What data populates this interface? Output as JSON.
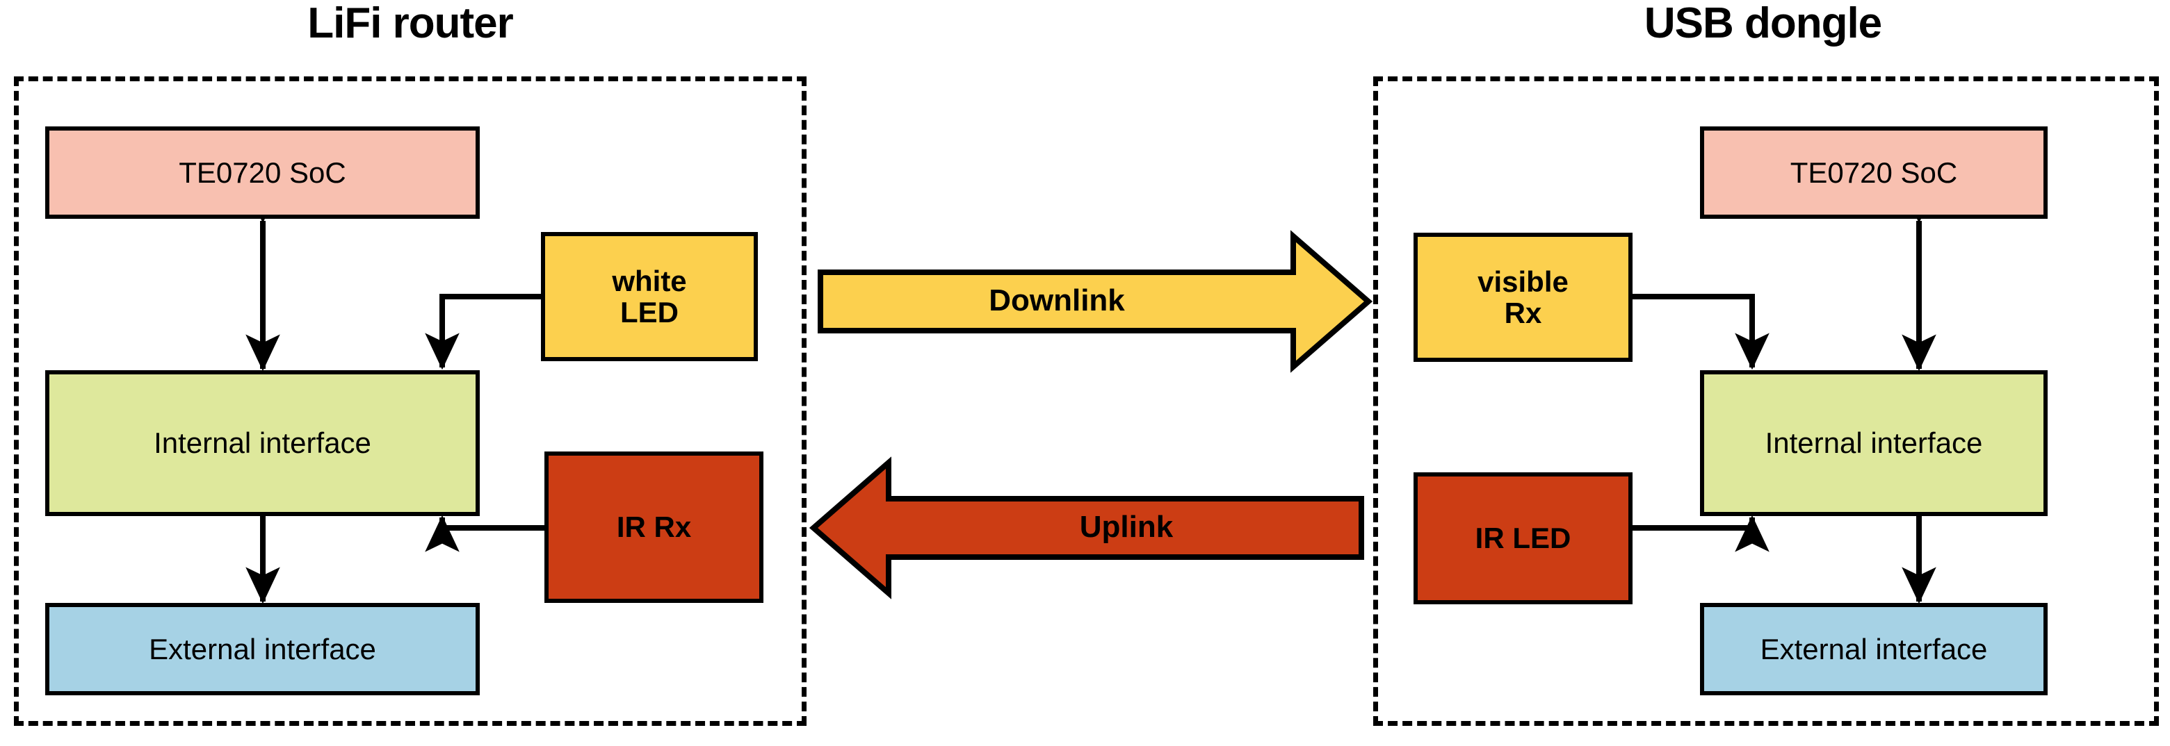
{
  "diagram": {
    "type": "block-diagram",
    "background": "#ffffff",
    "palette": {
      "soc": "#F8C0B0",
      "internal_interface": "#DEE89C",
      "external_interface": "#A6D2E5",
      "visible_light": "#FCD04E",
      "infrared": "#CC3D14",
      "outline": "#000000"
    }
  },
  "panels": [
    {
      "id": "lifi-router",
      "title": "LiFi router",
      "nodes": {
        "soc": "TE0720 SoC",
        "internal_interface": "Internal interface",
        "external_interface": "External interface",
        "optical_tx": "white\nLED",
        "optical_tx_line1": "white",
        "optical_tx_line2": "LED",
        "optical_rx": "IR Rx"
      }
    },
    {
      "id": "usb-dongle",
      "title": "USB dongle",
      "nodes": {
        "soc": "TE0720 SoC",
        "internal_interface": "Internal interface",
        "external_interface": "External interface",
        "optical_rx_line1": "visible",
        "optical_rx_line2": "Rx",
        "optical_tx": "IR LED"
      }
    }
  ],
  "links": [
    {
      "id": "downlink",
      "label": "Downlink",
      "direction": "right",
      "color": "#FCD04E"
    },
    {
      "id": "uplink",
      "label": "Uplink",
      "direction": "left",
      "color": "#CC3D14"
    }
  ]
}
